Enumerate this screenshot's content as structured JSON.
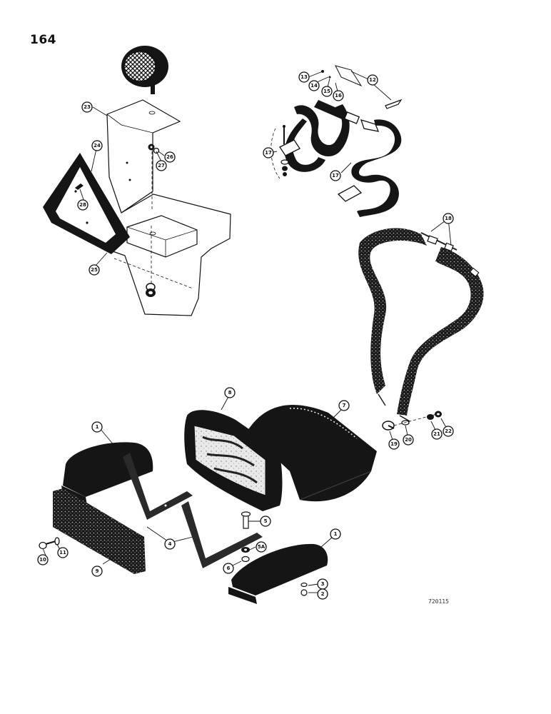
{
  "page": {
    "number": "164",
    "code": "720115"
  },
  "callouts": {
    "c1a": "1",
    "c1b": "1",
    "c2": "2",
    "c3": "3",
    "c4": "4",
    "c5": "5",
    "c5a": "5A",
    "c6": "6",
    "c7": "7",
    "c8": "8",
    "c9": "9",
    "c10": "10",
    "c11": "11",
    "c12": "12",
    "c13": "13",
    "c14": "14",
    "c15": "15",
    "c16": "16",
    "c17a": "17",
    "c17b": "17",
    "c18": "18",
    "c19": "19",
    "c20": "20",
    "c21": "21",
    "c22": "22",
    "c23": "23",
    "c24": "24",
    "c25": "25",
    "c26": "26",
    "c27": "27",
    "c28": "28"
  }
}
